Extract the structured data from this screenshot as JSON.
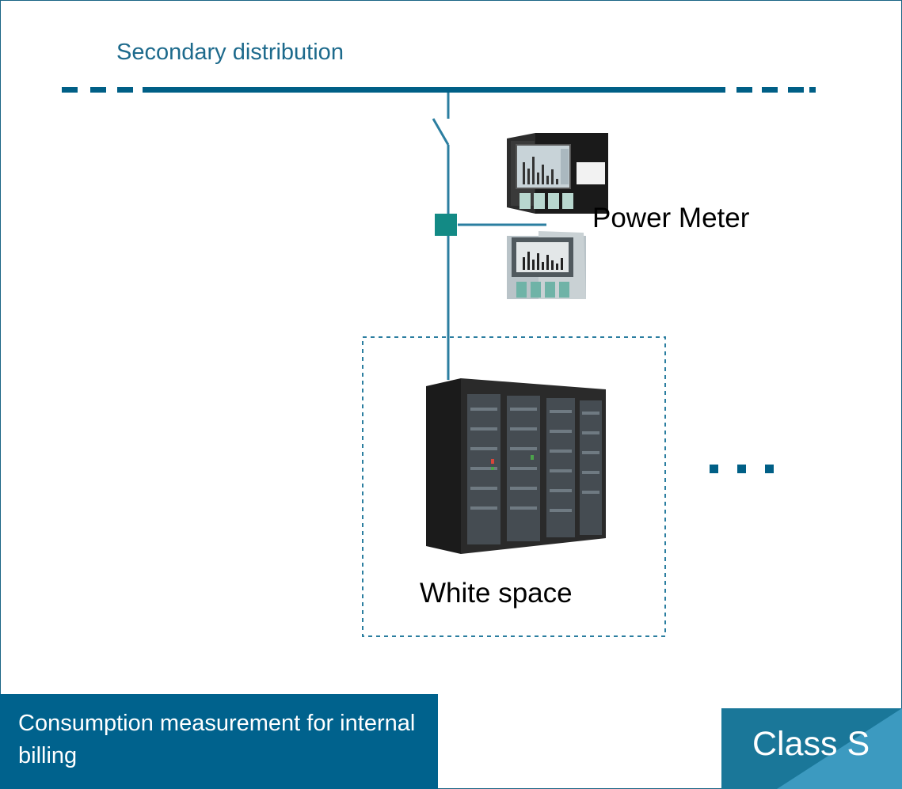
{
  "diagram": {
    "title": "Secondary distribution",
    "power_meter_label": "Power Meter",
    "white_space_label": "White space",
    "billing_text": "Consumption measurement for internal billing",
    "class_badge": "Class S",
    "icons": [
      "power-meter-device",
      "power-meter-device",
      "server-racks",
      "ellipsis-dots"
    ],
    "colors": {
      "bus": "#005f86",
      "feeder": "#2b7ea0",
      "meter_node": "#138a85",
      "billing_box": "#00628d",
      "class_box": "#1a7799"
    }
  }
}
